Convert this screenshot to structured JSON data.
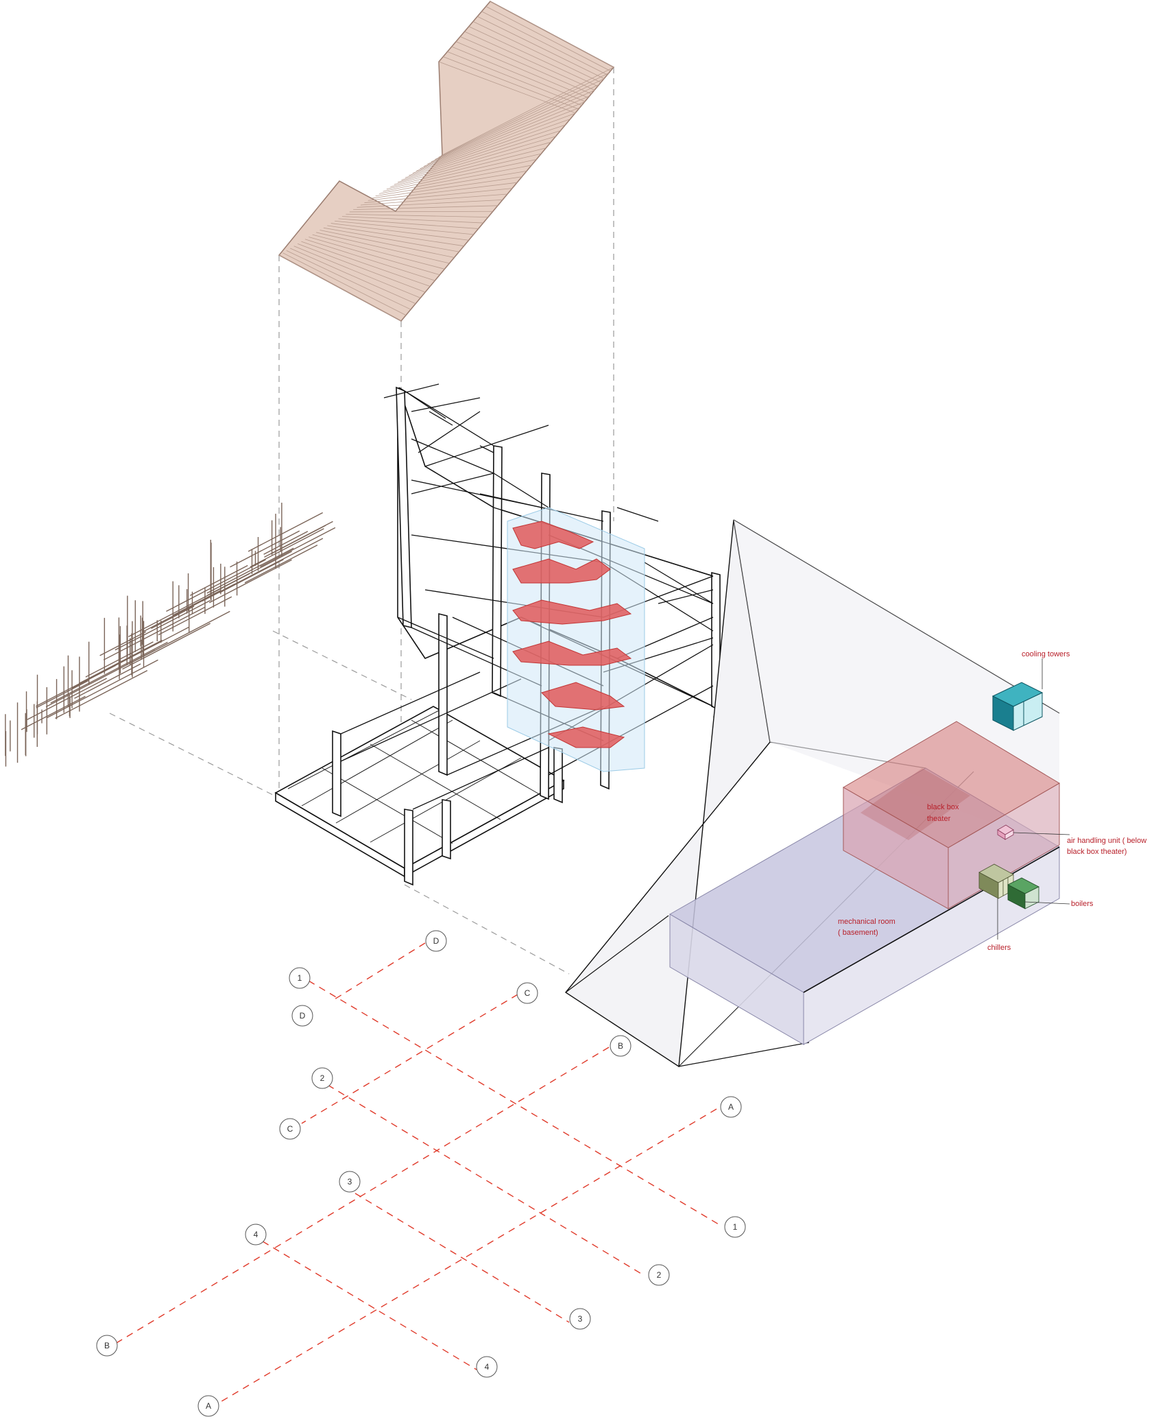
{
  "labels": {
    "cooling_towers": "cooling towers",
    "black_box_1": "black box",
    "black_box_2": "theater",
    "ahu_1": "air handling unit ( below",
    "ahu_2": "black box theater)",
    "boilers": "boilers",
    "chillers": "chillers",
    "mech_1": "mechanical room",
    "mech_2": "( basement)"
  },
  "grid_bubbles": [
    "D",
    "1",
    "D",
    "C",
    "2",
    "C",
    "B",
    "3",
    "4",
    "A",
    "1",
    "2",
    "3",
    "4",
    "B",
    "A"
  ],
  "colors": {
    "roof_fill": "#e6cfc3",
    "roof_stroke": "#9b7d70",
    "slab_red": "#e05a5a",
    "black_box_fill": "#d98080",
    "mech_room_fill": "#c8c8e0",
    "grid_line_red": "#e03a2a",
    "cooling_tower": "#1a7f8f",
    "chiller": "#7f8a5a",
    "boiler": "#2f6b35",
    "label_red": "#b8202a"
  },
  "icons": [
    "roof-panel",
    "structural-frame",
    "red-slab",
    "black-box-volume",
    "mechanical-room-volume",
    "cooling-tower-icon",
    "chiller-icon",
    "boiler-icon",
    "ahu-icon",
    "grid-bubble"
  ]
}
